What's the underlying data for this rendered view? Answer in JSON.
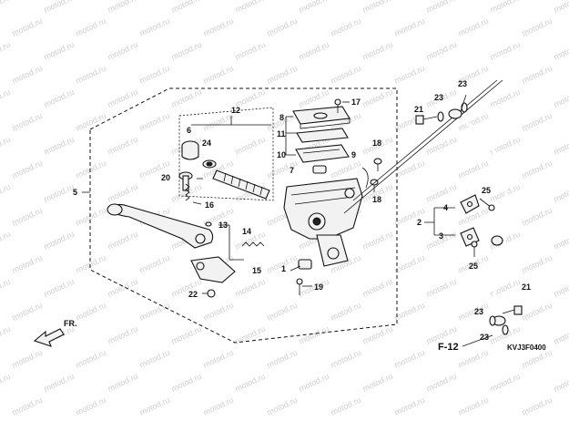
{
  "watermark": {
    "text": "motod.ru"
  },
  "callouts": [
    {
      "id": "17",
      "label": "17"
    },
    {
      "id": "8",
      "label": "8"
    },
    {
      "id": "11",
      "label": "11"
    },
    {
      "id": "10",
      "label": "10"
    },
    {
      "id": "9",
      "label": "9"
    },
    {
      "id": "18a",
      "label": "18"
    },
    {
      "id": "18b",
      "label": "18"
    },
    {
      "id": "7",
      "label": "7"
    },
    {
      "id": "12",
      "label": "12"
    },
    {
      "id": "6",
      "label": "6"
    },
    {
      "id": "24",
      "label": "24"
    },
    {
      "id": "20",
      "label": "20"
    },
    {
      "id": "5",
      "label": "5"
    },
    {
      "id": "16",
      "label": "16"
    },
    {
      "id": "13",
      "label": "13"
    },
    {
      "id": "14",
      "label": "14"
    },
    {
      "id": "15",
      "label": "15"
    },
    {
      "id": "1",
      "label": "1"
    },
    {
      "id": "19",
      "label": "19"
    },
    {
      "id": "22",
      "label": "22"
    },
    {
      "id": "21a",
      "label": "21"
    },
    {
      "id": "23a",
      "label": "23"
    },
    {
      "id": "23b",
      "label": "23"
    },
    {
      "id": "4",
      "label": "4"
    },
    {
      "id": "25a",
      "label": "25"
    },
    {
      "id": "2",
      "label": "2"
    },
    {
      "id": "3",
      "label": "3"
    },
    {
      "id": "25b",
      "label": "25"
    },
    {
      "id": "21b",
      "label": "21"
    },
    {
      "id": "23c",
      "label": "23"
    },
    {
      "id": "23d",
      "label": "23"
    }
  ],
  "direction_label": "FR.",
  "reference_label": "F-12",
  "diagram_code": "KVJ3F0400",
  "colors": {
    "ink": "#111111",
    "watermark": "#cfcfcf",
    "background": "#ffffff"
  }
}
